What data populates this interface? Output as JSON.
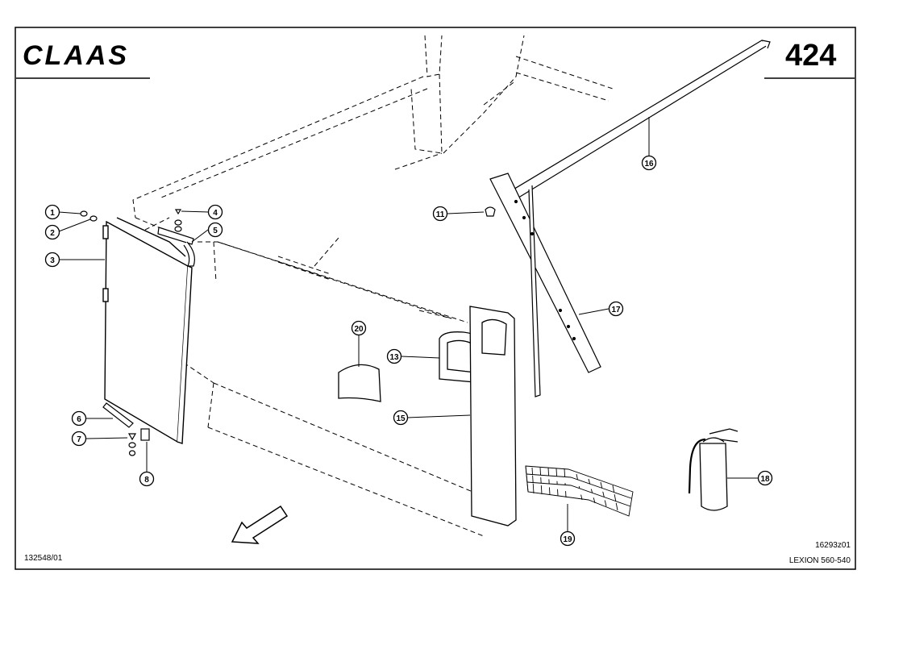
{
  "header": {
    "brand": "CLAAS",
    "page_number": "424"
  },
  "footer": {
    "left_code": "132548/01",
    "drawing_code": "16293z01",
    "model": "LEXION 560-540"
  },
  "callouts": [
    "1",
    "2",
    "3",
    "4",
    "5",
    "6",
    "7",
    "8",
    "11",
    "13",
    "15",
    "16",
    "17",
    "18",
    "19",
    "20"
  ],
  "icons": [
    "direction-arrow-icon",
    "fire-extinguisher-icon"
  ]
}
